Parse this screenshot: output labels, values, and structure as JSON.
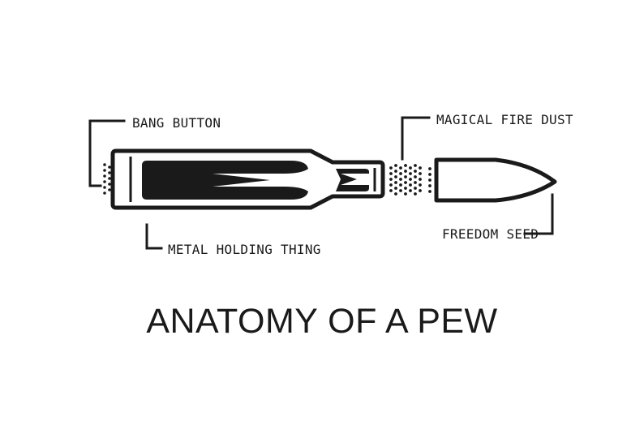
{
  "title": "ANATOMY OF A PEW",
  "labels": {
    "bang_button": "BANG BUTTON",
    "magical_fire_dust": "MAGICAL FIRE DUST",
    "metal_holding_thing": "METAL HOLDING THING",
    "freedom_seed": "FREEDOM SEED"
  },
  "colors": {
    "ink": "#1a1a1a",
    "background": "#ffffff"
  }
}
